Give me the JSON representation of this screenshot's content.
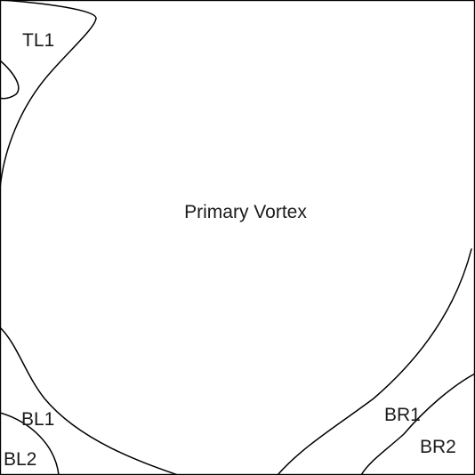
{
  "diagram": {
    "regions": {
      "primary": "Primary Vortex",
      "top_left": "TL1",
      "bottom_left_1": "BL1",
      "bottom_left_2": "BL2",
      "bottom_right_1": "BR1",
      "bottom_right_2": "BR2"
    },
    "colors": {
      "stroke": "#000000",
      "text": "#1a1a1a",
      "background": "#ffffff"
    }
  }
}
